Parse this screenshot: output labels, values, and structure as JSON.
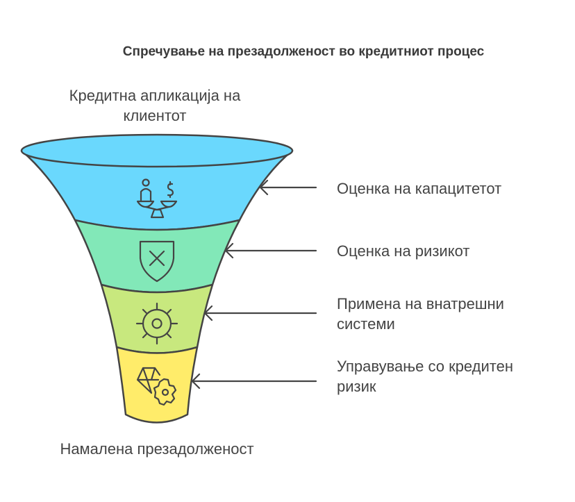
{
  "title": "Спречување на презадолженост во кредитниот процес",
  "top_label": [
    "Кредитна апликација на",
    "клиентот"
  ],
  "bottom_label": "Намалена презадолженост",
  "stages": [
    {
      "label": [
        "Оценка на капацитетот"
      ],
      "icon": "scale-person-dollar-icon",
      "color": "#6ad8fd"
    },
    {
      "label": [
        "Оценка на ризикот"
      ],
      "icon": "shield-x-icon",
      "color": "#82e8b8"
    },
    {
      "label": [
        "Примена на внатрешни",
        "системи"
      ],
      "icon": "sun-gear-icon",
      "color": "#c8e87e"
    },
    {
      "label": [
        "Управување со кредитен",
        "ризик"
      ],
      "icon": "diamond-gear-icon",
      "color": "#ffec6a"
    }
  ]
}
